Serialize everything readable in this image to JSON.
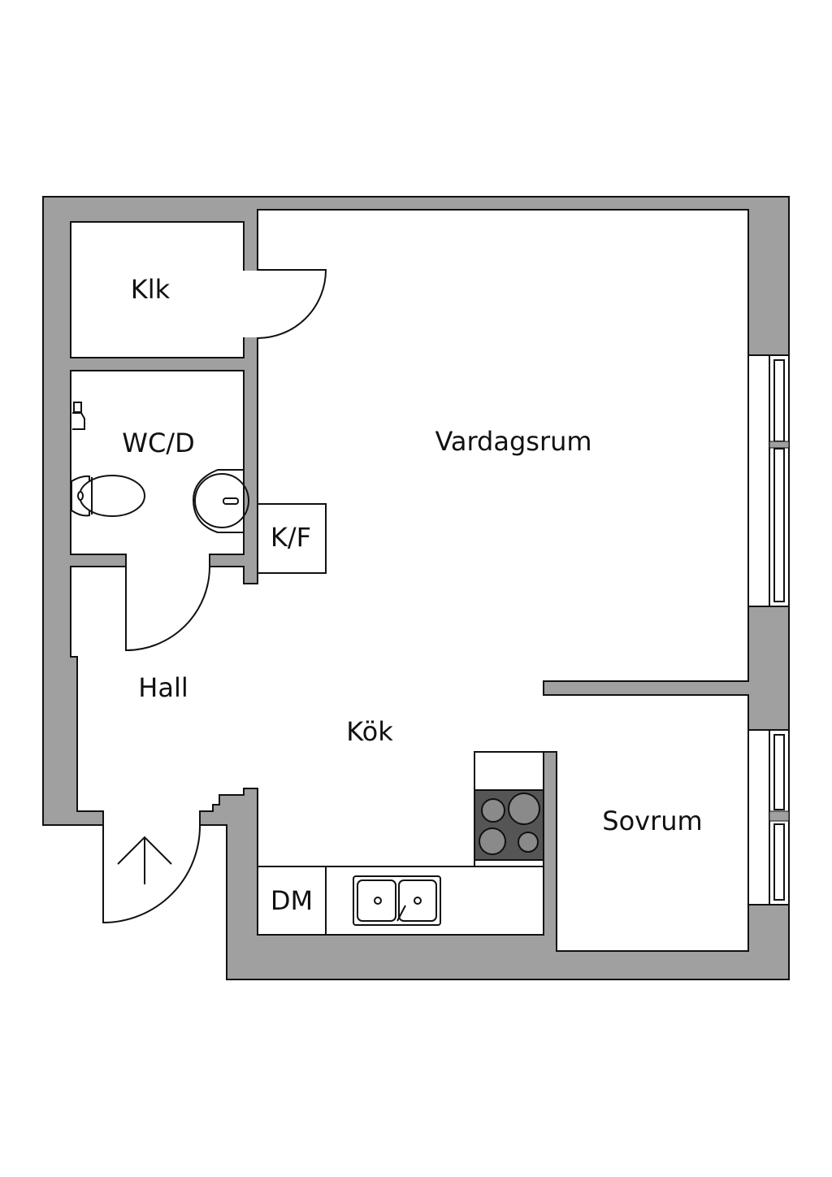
{
  "colors": {
    "wall": "#a0a0a0",
    "floor": "#ffffff",
    "stove": "#555555",
    "burner": "#8a8a8a",
    "line": "#111111"
  },
  "rooms": {
    "klk": "Klk",
    "wc": "WC/D",
    "living": "Vardagsrum",
    "kf": "K/F",
    "hall": "Hall",
    "kitchen": "Kök",
    "bedroom": "Sovrum",
    "dm": "DM"
  }
}
